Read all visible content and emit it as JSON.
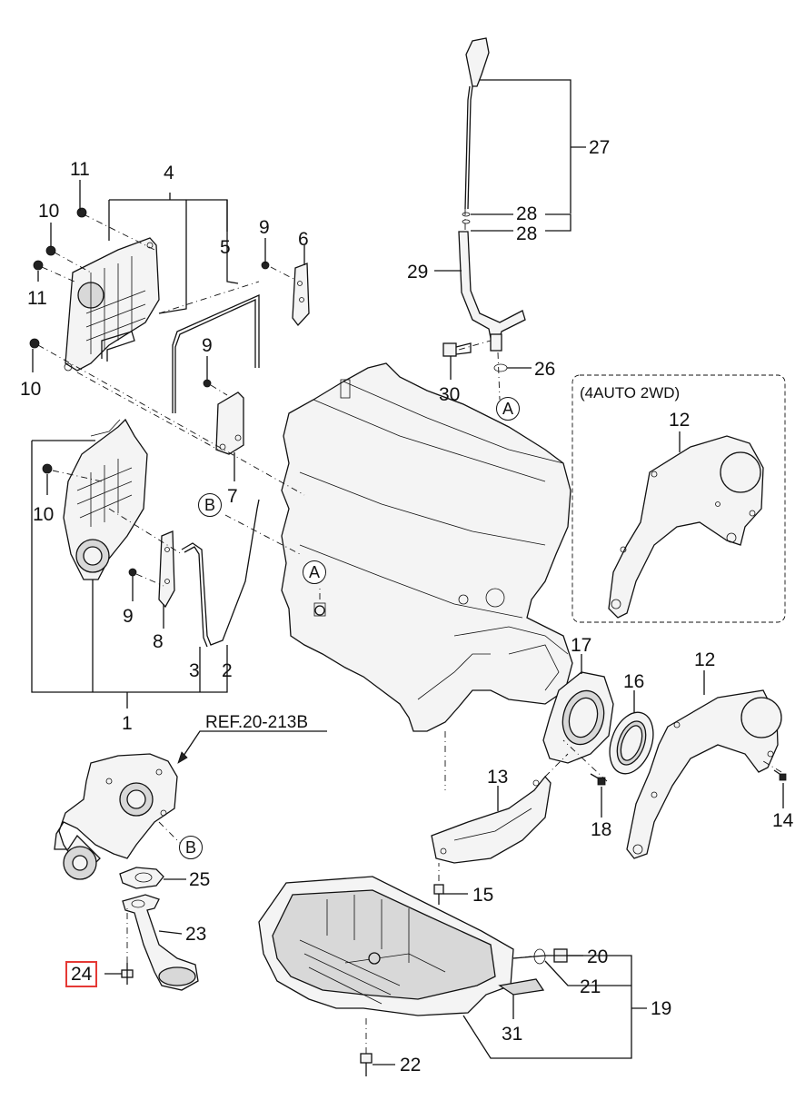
{
  "diagram": {
    "reference_label": "REF.20-213B",
    "variant_label": "(4AUTO 2WD)",
    "highlighted_part": "24",
    "callouts": {
      "c1": "1",
      "c2": "2",
      "c3": "3",
      "c4": "4",
      "c5": "5",
      "c6": "6",
      "c7": "7",
      "c8": "8",
      "c9a": "9",
      "c9b": "9",
      "c9c": "9",
      "c10a": "10",
      "c10b": "10",
      "c10c": "10",
      "c11a": "11",
      "c11b": "11",
      "c12a": "12",
      "c12b": "12",
      "c13": "13",
      "c14": "14",
      "c15": "15",
      "c16": "16",
      "c17": "17",
      "c18": "18",
      "c19": "19",
      "c20": "20",
      "c21": "21",
      "c22": "22",
      "c23": "23",
      "c24": "24",
      "c25": "25",
      "c26": "26",
      "c27": "27",
      "c28a": "28",
      "c28b": "28",
      "c29": "29",
      "c30": "30",
      "c31": "31"
    },
    "markers": {
      "a1": "A",
      "a2": "A",
      "b1": "B",
      "b2": "B"
    }
  }
}
